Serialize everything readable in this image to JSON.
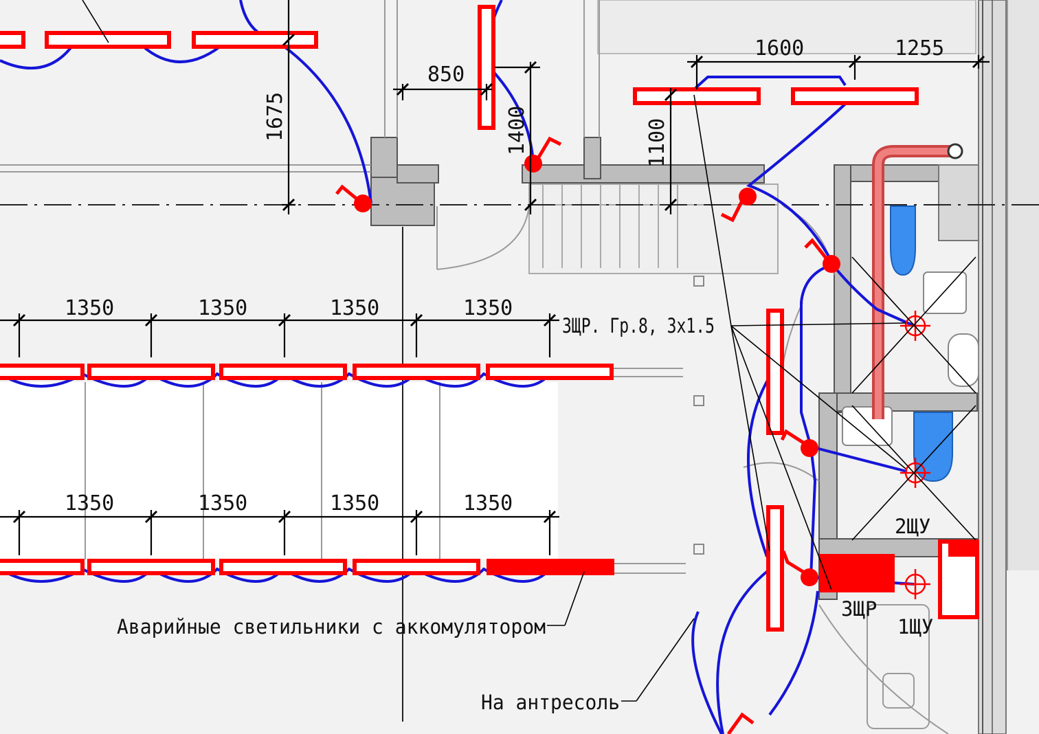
{
  "dimensions": {
    "top_850": "850",
    "top_1675": "1675",
    "top_1400": "1400",
    "top_1100": "1100",
    "top_1600": "1600",
    "top_1255": "1255",
    "row1": [
      "1350",
      "1350",
      "1350",
      "1350"
    ],
    "row2": [
      "1350",
      "1350",
      "1350",
      "1350"
    ]
  },
  "labels": {
    "circuit": "ЗЩР. Гр.8, 3х1.5",
    "panel_2shu": "2ЩУ",
    "panel_3shr": "ЗЩР",
    "panel_1shu": "1ЩУ",
    "emergency": "Аварийные светильники с аккомулятором",
    "mezzanine": "На антресоль"
  },
  "colors": {
    "wiring": "#1515d8",
    "luminaires": "#ff0000",
    "fixtures": "#3a8ef0"
  }
}
